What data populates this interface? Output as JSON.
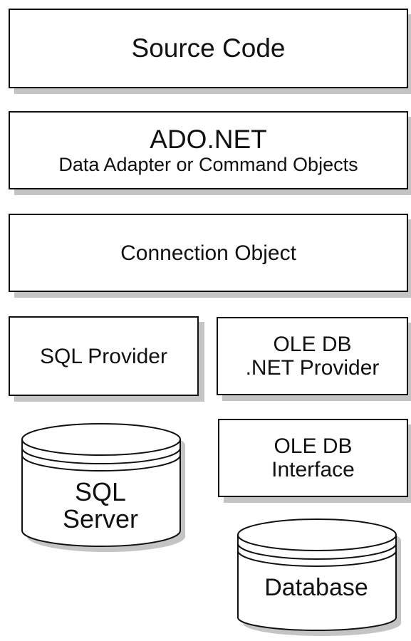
{
  "diagram": {
    "source_code": {
      "label": "Source Code"
    },
    "ado_net": {
      "title": "ADO.NET",
      "subtitle": "Data Adapter or Command Objects"
    },
    "connection_object": {
      "label": "Connection Object"
    },
    "sql_provider": {
      "label": "SQL Provider"
    },
    "oledb_net_provider": {
      "line1": "OLE DB",
      "line2": ".NET Provider"
    },
    "oledb_interface": {
      "line1": "OLE DB",
      "line2": "Interface"
    },
    "sql_server": {
      "line1": "SQL",
      "line2": "Server"
    },
    "database": {
      "label": "Database"
    }
  },
  "colors": {
    "stroke": "#111111",
    "shadow": "#c4c4c4",
    "fill": "#ffffff"
  }
}
